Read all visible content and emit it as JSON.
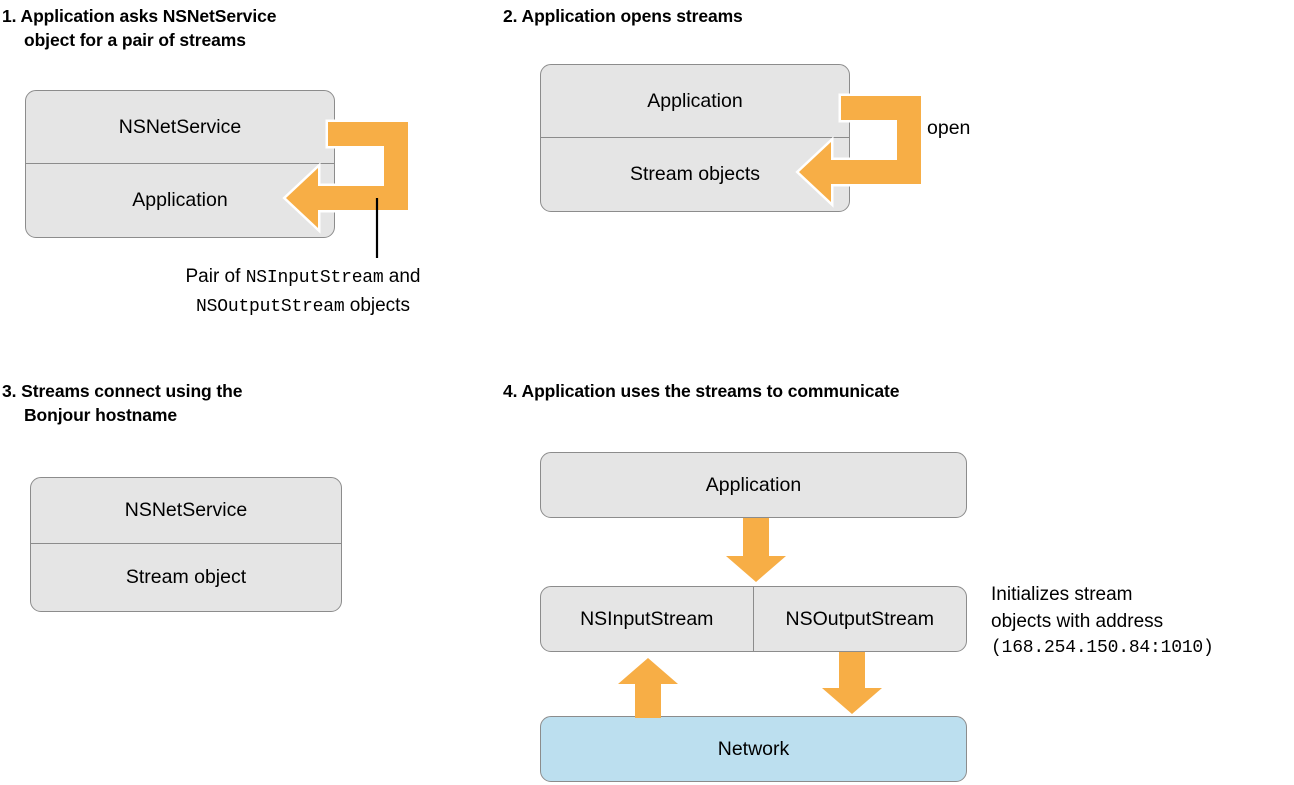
{
  "meta": {
    "colors": {
      "orange": "#f7ae46",
      "box_fill": "#e5e5e5",
      "box_border": "#8c8c8c",
      "network_fill": "#bcdfef",
      "text": "#000000",
      "arrow_outline": "#ffffff",
      "leader_line": "#000000"
    }
  },
  "panels": [
    {
      "id": "panel-1",
      "number": "1.",
      "heading_line1": "Application asks NSNetService",
      "heading_line2": "object for a pair of streams",
      "boxes": [
        {
          "label": "NSNetService"
        },
        {
          "label": "Application"
        }
      ],
      "caption": {
        "line1_pre": "Pair of ",
        "line1_mono": "NSInputStream",
        "line1_post": " and",
        "line2_mono": "NSOutputStream",
        "line2_post": " objects"
      },
      "arrow": {
        "kind": "hook-arrow-left",
        "label": ""
      }
    },
    {
      "id": "panel-2",
      "number": "2.",
      "heading_line1": "Application opens streams",
      "heading_line2": "",
      "boxes": [
        {
          "label": "Application"
        },
        {
          "label": "Stream objects"
        }
      ],
      "arrow": {
        "kind": "hook-arrow-left",
        "label": "open"
      }
    },
    {
      "id": "panel-3",
      "number": "3.",
      "heading_line1": "Streams connect using the",
      "heading_line2": "Bonjour hostname",
      "boxes": [
        {
          "label": "NSNetService"
        },
        {
          "label": "Stream object"
        }
      ]
    },
    {
      "id": "panel-4",
      "number": "4.",
      "heading_line1": "Application uses the streams to communicate",
      "heading_line2": "",
      "boxes": [
        {
          "label": "Application"
        },
        {
          "label": "NSInputStream"
        },
        {
          "label": "NSOutputStream"
        },
        {
          "label": "Network"
        }
      ],
      "arrows": [
        {
          "kind": "arrow-down",
          "from": "Application",
          "to": "NSInputStream"
        },
        {
          "kind": "arrow-up",
          "from": "Network",
          "to": "NSInputStream"
        },
        {
          "kind": "arrow-down",
          "from": "NSOutputStream",
          "to": "Network"
        }
      ],
      "caption": {
        "line1": "Initializes stream",
        "line2": "objects with address",
        "line3_mono": "(168.254.150.84:1010)"
      }
    }
  ]
}
